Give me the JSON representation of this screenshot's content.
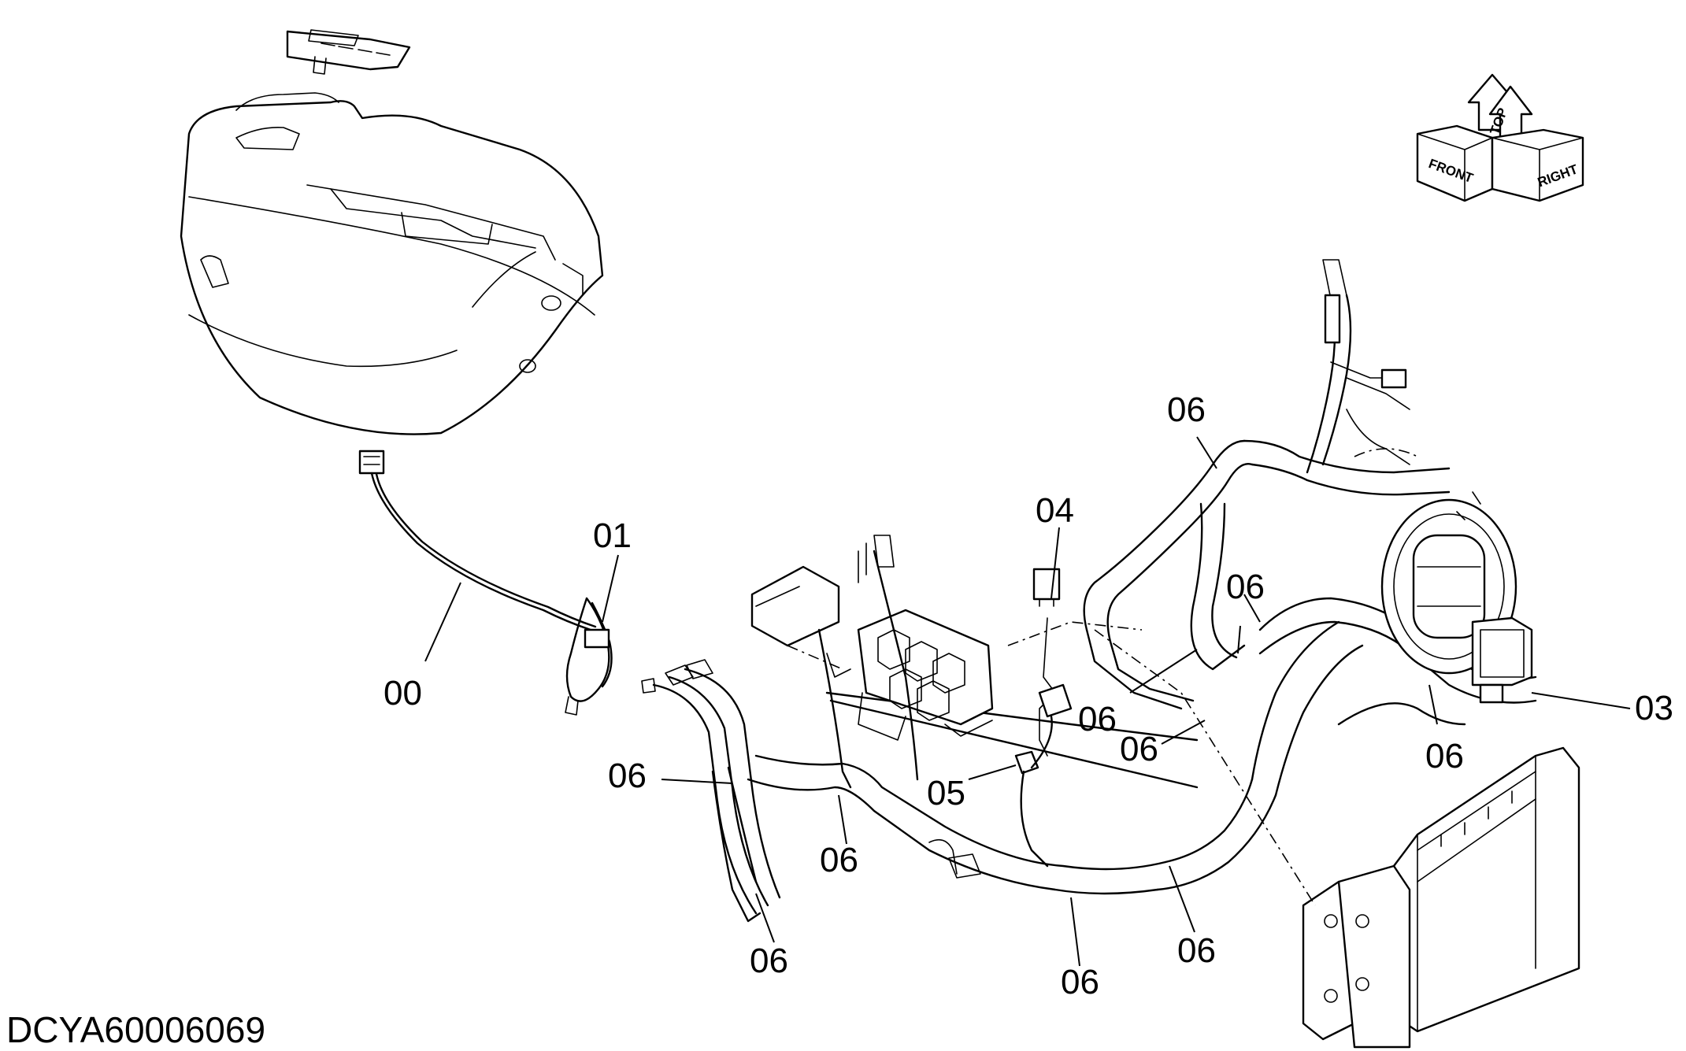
{
  "document_id": "DCYA60006069",
  "orientation": {
    "labels": [
      "TOP",
      "FRONT",
      "RIGHT"
    ]
  },
  "callouts": [
    {
      "id": "00",
      "label": "00"
    },
    {
      "id": "01",
      "label": "01"
    },
    {
      "id": "03",
      "label": "03"
    },
    {
      "id": "04",
      "label": "04"
    },
    {
      "id": "05",
      "label": "05"
    },
    {
      "id": "06a",
      "label": "06"
    },
    {
      "id": "06b",
      "label": "06"
    },
    {
      "id": "06c",
      "label": "06"
    },
    {
      "id": "06d",
      "label": "06"
    },
    {
      "id": "06e",
      "label": "06"
    },
    {
      "id": "06f",
      "label": "06"
    },
    {
      "id": "06g",
      "label": "06"
    },
    {
      "id": "06h",
      "label": "06"
    },
    {
      "id": "06i",
      "label": "06"
    },
    {
      "id": "06j",
      "label": "06"
    }
  ]
}
